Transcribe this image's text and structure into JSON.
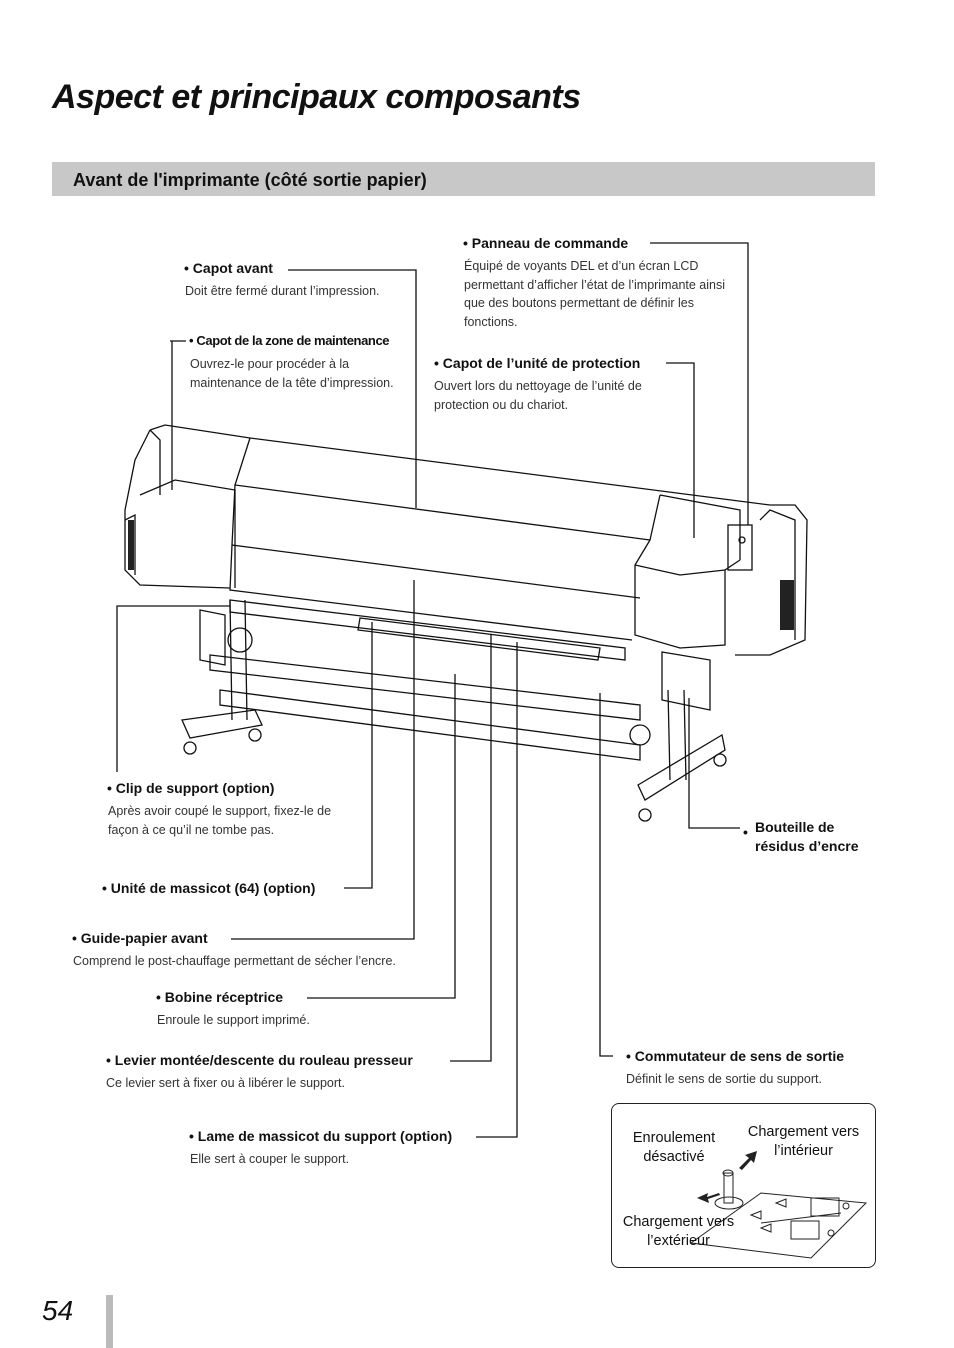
{
  "page": {
    "title": "Aspect et principaux composants",
    "section_title": "Avant de l'imprimante (côté sortie papier)",
    "page_number": "54"
  },
  "callouts": {
    "capot_avant": {
      "label": "Capot avant",
      "desc": "Doit être fermé durant l’impression."
    },
    "capot_maintenance": {
      "label": "Capot de la zone de maintenance",
      "desc": "Ouvrez-le pour procéder à la maintenance de la tête d’impression."
    },
    "panneau": {
      "label": "Panneau de commande",
      "desc": "Équipé de voyants DEL et d’un écran LCD permettant d’afficher l’état de l’imprimante ainsi que des boutons permettant de définir les fonctions."
    },
    "capot_protection": {
      "label": "Capot de l’unité de protection",
      "desc": "Ouvert lors du nettoyage de l’unité de protection ou du chariot."
    },
    "clip": {
      "label": "Clip de support (option)",
      "desc": "Après avoir coupé le support, fixez-le de façon à ce qu’il ne tombe pas."
    },
    "bouteille": {
      "label": "Bouteille de résidus d’encre"
    },
    "massicot": {
      "label": "Unité de massicot (64) (option)"
    },
    "guide": {
      "label": "Guide-papier avant",
      "desc": "Comprend le post-chauffage permettant de sécher l’encre."
    },
    "bobine": {
      "label": "Bobine réceptrice",
      "desc": "Enroule le support imprimé."
    },
    "levier": {
      "label": "Levier montée/descente du rouleau presseur",
      "desc": "Ce levier sert à fixer ou à libérer le support."
    },
    "lame": {
      "label": "Lame de massicot du support (option)",
      "desc": "Elle sert à couper le support."
    },
    "commutateur": {
      "label": "Commutateur de sens de sortie",
      "desc": "Définit le sens de sortie du support."
    }
  },
  "switch_diagram": {
    "off": "Enroulement désactivé",
    "inward": "Chargement vers l’intérieur",
    "outward": "Chargement vers l’extérieur"
  }
}
